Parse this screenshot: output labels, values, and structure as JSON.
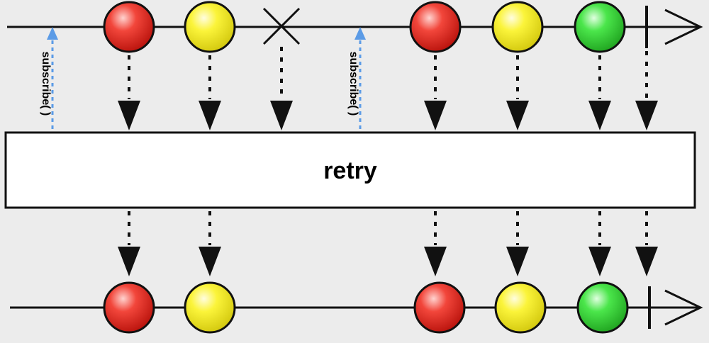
{
  "operator": {
    "label": "retry"
  },
  "subscribe_label": "subscribe( )",
  "colors": {
    "background": "#ececec",
    "red": "#e2231a",
    "yellow": "#f7f020",
    "green": "#35d835",
    "subscribe_arrow": "#5b9be6",
    "line": "#111111"
  },
  "source_timeline": {
    "items": [
      {
        "kind": "marble",
        "color": "red"
      },
      {
        "kind": "marble",
        "color": "yellow"
      },
      {
        "kind": "error"
      },
      {
        "kind": "marble",
        "color": "red"
      },
      {
        "kind": "marble",
        "color": "yellow"
      },
      {
        "kind": "marble",
        "color": "green"
      },
      {
        "kind": "complete"
      }
    ],
    "subscriptions": 2
  },
  "result_timeline": {
    "items": [
      {
        "kind": "marble",
        "color": "red"
      },
      {
        "kind": "marble",
        "color": "yellow"
      },
      {
        "kind": "marble",
        "color": "red"
      },
      {
        "kind": "marble",
        "color": "yellow"
      },
      {
        "kind": "marble",
        "color": "green"
      },
      {
        "kind": "complete"
      }
    ]
  }
}
